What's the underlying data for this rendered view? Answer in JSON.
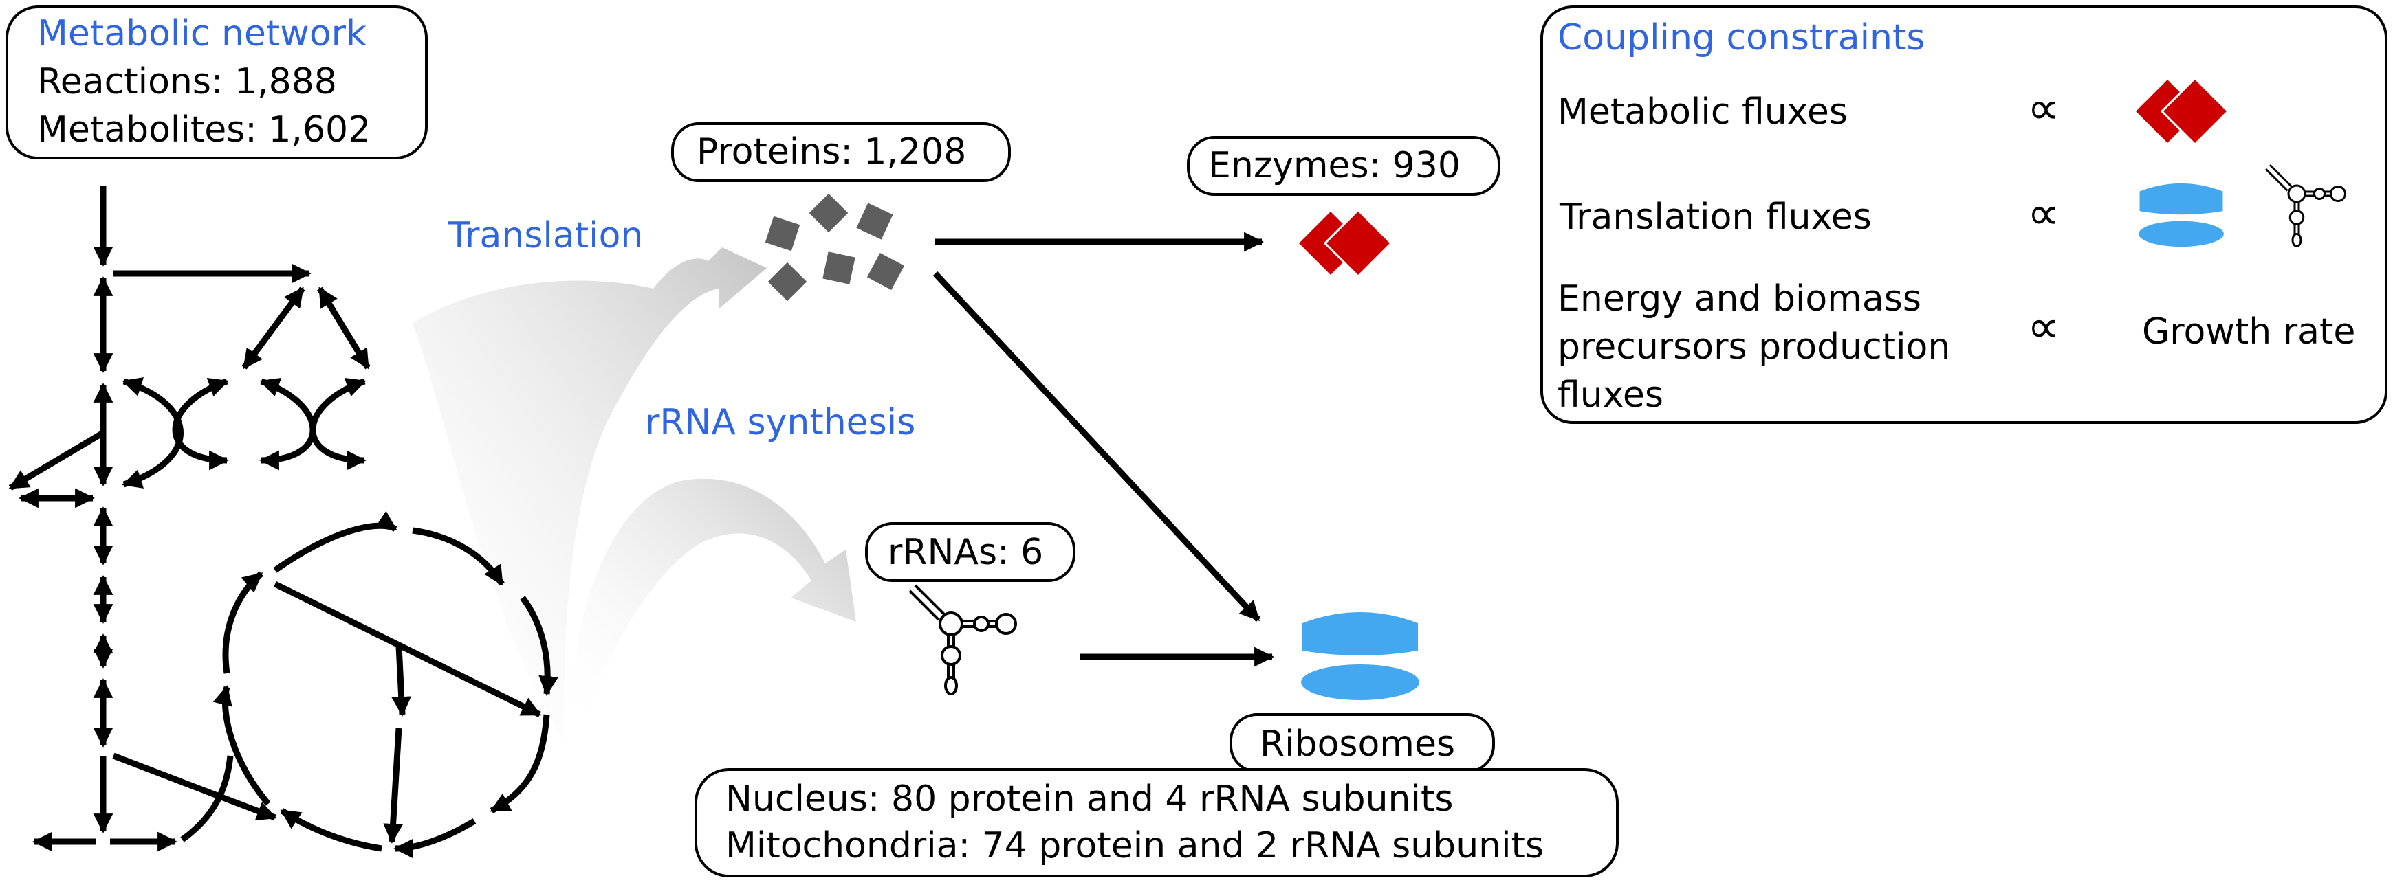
{
  "network": {
    "title": "Metabolic network",
    "reactions": "Reactions: 1,888",
    "metabolites": "Metabolites: 1,602"
  },
  "process": {
    "translation": "Translation",
    "rrna_synthesis": "rRNA synthesis"
  },
  "nodes": {
    "proteins": "Proteins: 1,208",
    "enzymes": "Enzymes: 930",
    "rrnas": "rRNAs: 6",
    "ribosomes": "Ribosomes"
  },
  "subunits": {
    "nucleus": "Nucleus: 80 protein and 4 rRNA subunits",
    "mitochondria": "Mitochondria: 74 protein and 2 rRNA subunits"
  },
  "constraints": {
    "title": "Coupling constraints",
    "symbol": "∝",
    "rows": [
      {
        "label_lines": [
          "Metabolic fluxes"
        ],
        "rhs_icons": [
          "enzyme-icon"
        ]
      },
      {
        "label_lines": [
          "Translation fluxes"
        ],
        "rhs_icons": [
          "ribosome-icon",
          "rrna-icon"
        ]
      },
      {
        "label_lines": [
          "Energy and biomass",
          "precursors production",
          "fluxes"
        ],
        "rhs_text": "Growth rate"
      }
    ]
  },
  "colors": {
    "title_blue": "#2f66e0",
    "enzyme_red": "#cc0000",
    "ribosome_blue": "#44a8f0",
    "protein_gray": "#5e5e5e",
    "process_arrow_gray": "#c8c8c8"
  }
}
